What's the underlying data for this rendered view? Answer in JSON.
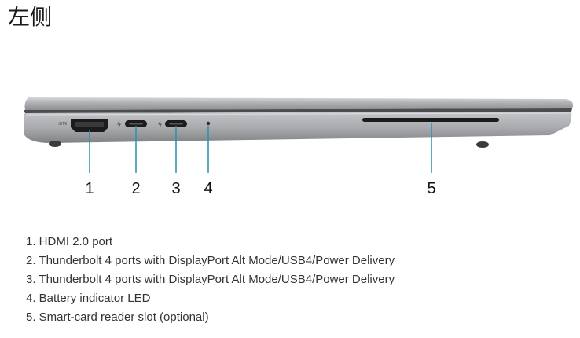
{
  "page": {
    "title": "左侧"
  },
  "icons": {
    "hdmi_logo": "hdmi-logo-icon",
    "thunderbolt": "thunderbolt-icon"
  },
  "callouts": [
    "1",
    "2",
    "3",
    "4",
    "5"
  ],
  "legend": [
    "1. HDMI 2.0 port",
    "2. Thunderbolt 4 ports with DisplayPort Alt Mode/USB4/Power Delivery",
    "3. Thunderbolt 4 ports with DisplayPort Alt Mode/USB4/Power Delivery",
    "4. Battery indicator LED",
    "5. Smart-card reader slot (optional)"
  ],
  "colors": {
    "chassis_top": "#b9bbbe",
    "chassis_side": "#9a9c9f",
    "port": "#1b1b1b",
    "line": "#2a8fae"
  }
}
